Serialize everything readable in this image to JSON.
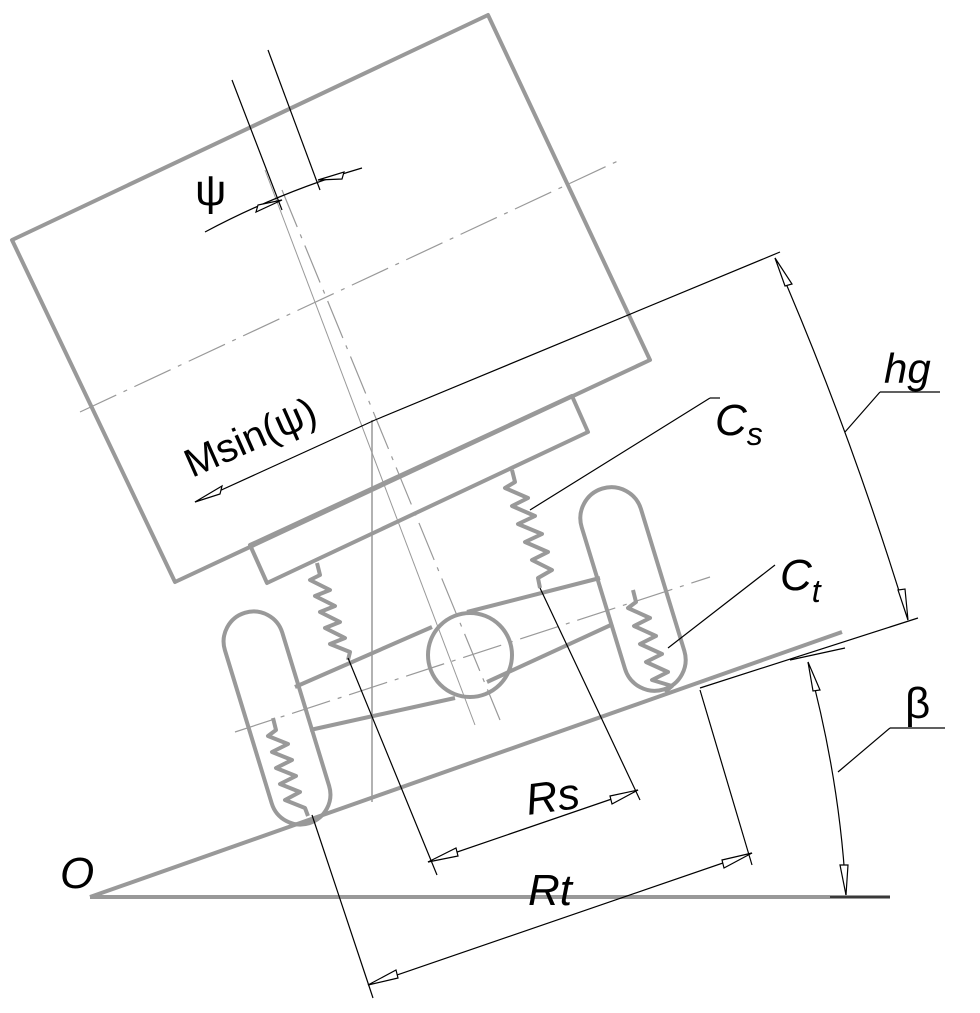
{
  "title": "Tilted vehicle suspension model on a slope",
  "labels": {
    "psi": "ψ",
    "moment": "Msin(ψ)",
    "cs": "C",
    "cs_sub": "s",
    "ct": "C",
    "ct_sub": "t",
    "hg": "hg",
    "beta": "β",
    "rs": "Rs",
    "rt": "Rt",
    "origin": "O"
  },
  "colors": {
    "structure": "#999999",
    "dimension": "#000000"
  }
}
